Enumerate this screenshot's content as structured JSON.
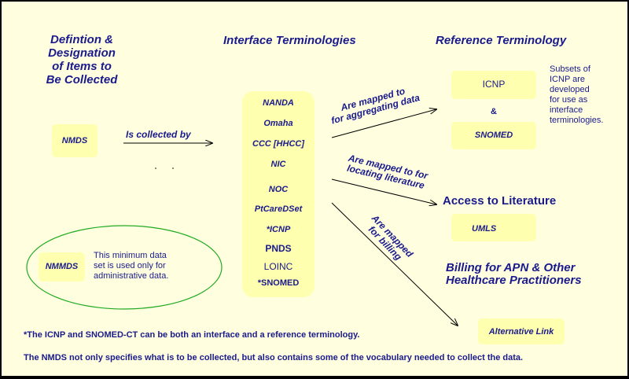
{
  "headers": {
    "definition": [
      "Defintion  &",
      "Designation",
      "of Items to",
      "Be Collected"
    ],
    "interface": "Interface Terminologies",
    "reference": "Reference Terminology"
  },
  "nmds_label": "NMDS",
  "collected_label": "Is collected by",
  "interface_terms": [
    "NANDA",
    "Omaha",
    "CCC [HHCC]",
    "NIC",
    "NOC",
    "PtCareDSet",
    "*ICNP",
    "PNDS",
    "LOINC",
    "*SNOMED"
  ],
  "mapped_labels": {
    "aggregating": [
      "Are mapped to",
      "for aggregating data"
    ],
    "literature": [
      "Are mapped to for",
      "locating literature"
    ],
    "billing": [
      "Are mapped",
      "for billing"
    ]
  },
  "reference": {
    "icnp": "ICNP",
    "amp": "&",
    "snomed": "SNOMED",
    "subsets_note": [
      "Subsets of",
      "ICNP are",
      "developed",
      "for use as",
      "interface",
      "terminologies."
    ]
  },
  "access_heading": "Access to Literature",
  "umls_label": "UMLS",
  "billing_heading": [
    "Billing for APN & Other",
    "Healthcare Practitioners"
  ],
  "alternative_link": "Alternative Link",
  "nmmds": {
    "label": "NMMDS",
    "note": [
      "This minimum data",
      "set is used only for",
      "administrative data."
    ]
  },
  "footnotes": [
    "*The ICNP and SNOMED-CT can be both an interface and a reference terminology.",
    "The NMDS not only specifies what is to be collected, but also contains some of the vocabulary needed to collect the data."
  ],
  "colors": {
    "text": "#1A1A8C",
    "box": "#FFFFB0",
    "background": "#FFFFE0",
    "ellipse": "#22AA22",
    "frame": "#000000"
  }
}
